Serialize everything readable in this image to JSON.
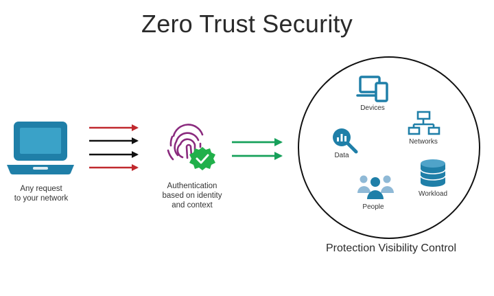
{
  "title": "Zero Trust Security",
  "request": {
    "label": "Any request\nto your network"
  },
  "auth": {
    "label": "Authentication\nbased on identity\nand context"
  },
  "ring": {
    "label": "Protection Visibility Control",
    "nodes": {
      "devices": "Devices",
      "networks": "Networks",
      "data": "Data",
      "people": "People",
      "workload": "Workload"
    }
  },
  "icons": {
    "laptop": "laptop-icon",
    "fingerprint": "fingerprint-icon",
    "check_badge": "check-badge-icon",
    "devices": "devices-icon",
    "networks": "network-icon",
    "data": "data-search-icon",
    "people": "people-icon",
    "workload": "database-icon"
  },
  "colors": {
    "icon_blue": "#1f7fa8",
    "arrow_red": "#c0282d",
    "arrow_black": "#111111",
    "arrow_green": "#16a05a",
    "fingerprint_purple": "#8a2a7e",
    "check_green": "#21b04b"
  }
}
